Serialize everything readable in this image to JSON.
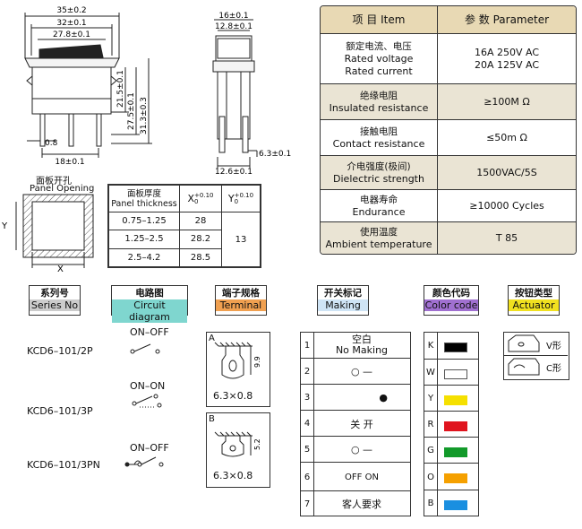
{
  "top_drawing": {
    "dims": [
      "35±0.2",
      "32±0.1",
      "27.8±0.1",
      "21.5±0.1",
      "27.5±0.1",
      "31.3±0.3",
      "0.8",
      "18±0.1"
    ],
    "side_dims": [
      "16±0.1",
      "12.8±0.1",
      "6.3±0.1",
      "12.6±0.1"
    ]
  },
  "param_table": {
    "header": {
      "item": "项 目  Item",
      "param": "参 数  Parameter"
    },
    "rows": [
      {
        "cn": "额定电流、电压",
        "en1": "Rated voltage",
        "en2": "Rated current",
        "v1": "16A  250V AC",
        "v2": "20A  125V AC"
      },
      {
        "cn": "绝缘电阻",
        "en1": "Insulated resistance",
        "v1": "≥100M Ω"
      },
      {
        "cn": "接触电阻",
        "en1": "Contact resistance",
        "v1": "≤50m Ω"
      },
      {
        "cn": "介电强度(极间)",
        "en1": "Dielectric strength",
        "v1": "1500VAC/5S"
      },
      {
        "cn": "电器寿命",
        "en1": "Endurance",
        "v1": "≥10000 Cycles"
      },
      {
        "cn": "使用温度",
        "en1": "Ambient temperature",
        "v1": "T 85"
      }
    ]
  },
  "panel_opening": {
    "title_cn": "面板开孔",
    "title_en": "Panel Opening",
    "x_label": "X",
    "y_label": "Y"
  },
  "panel_table": {
    "h1_cn": "面板厚度",
    "h1_en": "Panel thickness",
    "h2": "X+0.10 / 0",
    "h2_main": "X",
    "h2_sup": "+0.10",
    "h2_sub": "0",
    "h3_main": "Y",
    "h3_sup": "+0.10",
    "h3_sub": "0",
    "rows": [
      {
        "t": "0.75–1.25",
        "x": "28"
      },
      {
        "t": "1.25–2.5",
        "x": "28.2"
      },
      {
        "t": "2.5–4.2",
        "x": "28.5"
      }
    ],
    "y_value": "13"
  },
  "headers": {
    "series": {
      "cn": "系列号",
      "en": "Series No"
    },
    "circuit": {
      "cn": "电路图",
      "en": "Circuit diagram"
    },
    "terminal": {
      "cn": "端子规格",
      "en": "Terminal"
    },
    "making": {
      "cn": "开关标记",
      "en": "Making"
    },
    "color": {
      "cn": "颜色代码",
      "en": "Color code"
    },
    "actuator": {
      "cn": "按钮类型",
      "en": "Actuator"
    }
  },
  "series": [
    {
      "model": "KCD6–101/2P",
      "circuit": "ON–OFF"
    },
    {
      "model": "KCD6–101/3P",
      "circuit": "ON–ON"
    },
    {
      "model": "KCD6–101/3PN",
      "circuit": "ON–OFF"
    }
  ],
  "terminals": [
    {
      "letter": "A",
      "size": "6.3×0.8",
      "dim": "9.9"
    },
    {
      "letter": "B",
      "size": "6.3×0.8",
      "dim": "5.2"
    }
  ],
  "making": [
    {
      "n": "1",
      "text1": "空白",
      "text2": "No Making"
    },
    {
      "n": "2",
      "sym": "○  —"
    },
    {
      "n": "3",
      "sym": "●"
    },
    {
      "n": "4",
      "sym": "关   开"
    },
    {
      "n": "5",
      "sym": "○   —"
    },
    {
      "n": "6",
      "sym": "OFF  ON"
    },
    {
      "n": "7",
      "sym": "客人要求"
    }
  ],
  "colors": [
    {
      "code": "K",
      "hex": "#000000"
    },
    {
      "code": "W",
      "hex": "#ffffff"
    },
    {
      "code": "Y",
      "hex": "#f5e000"
    },
    {
      "code": "R",
      "hex": "#e0141e"
    },
    {
      "code": "G",
      "hex": "#129a2a"
    },
    {
      "code": "O",
      "hex": "#f5a000"
    },
    {
      "code": "B",
      "hex": "#1a8fe0"
    }
  ],
  "actuators": [
    {
      "label": "V形"
    },
    {
      "label": "C形"
    }
  ],
  "header_colors": {
    "terminal": "#f0a050",
    "color_code": "#a070d0",
    "actuator": "#f0e020"
  }
}
